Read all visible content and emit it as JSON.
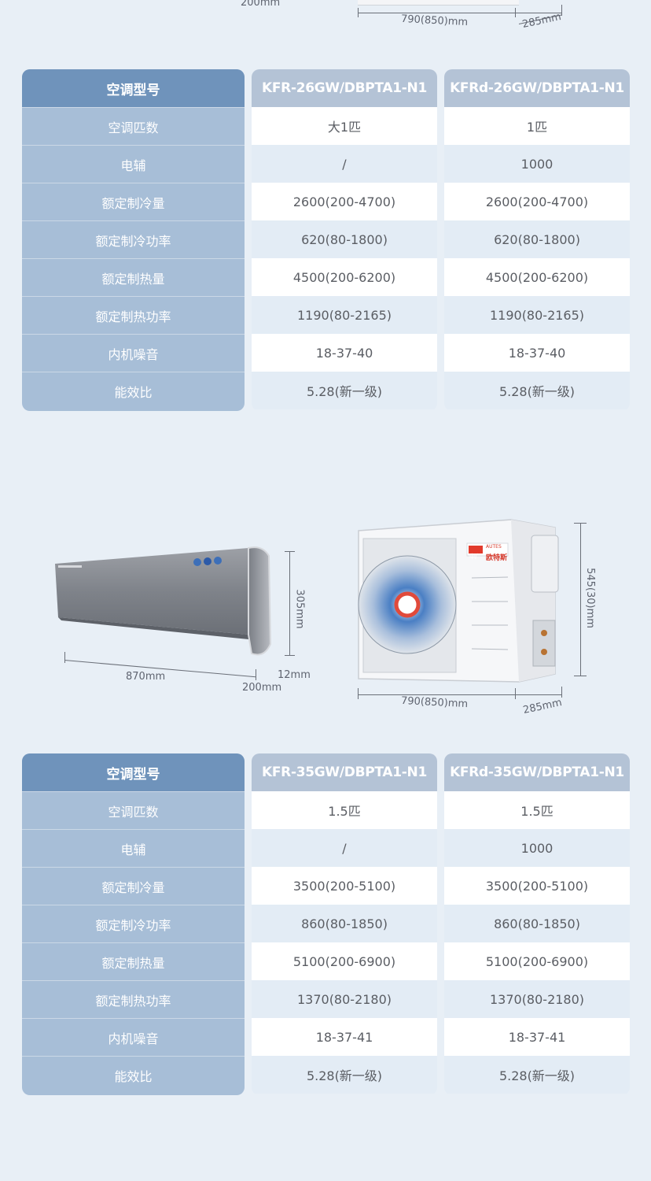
{
  "top_dims": {
    "depth": "200mm",
    "width": "790(850)mm",
    "side": "285mm"
  },
  "table1": {
    "header": "空调型号",
    "labels": [
      "空调匹数",
      "电辅",
      "额定制冷量",
      "额定制冷功率",
      "额定制热量",
      "额定制热功率",
      "内机噪音",
      "能效比"
    ],
    "models": [
      {
        "name": "KFR-26GW/DBPTA1-N1",
        "values": [
          "大1匹",
          "/",
          "2600(200-4700)",
          "620(80-1800)",
          "4500(200-6200)",
          "1190(80-2165)",
          "18-37-40",
          "5.28(新一级)"
        ]
      },
      {
        "name": "KFRd-26GW/DBPTA1-N1",
        "values": [
          "1匹",
          "1000",
          "2600(200-4700)",
          "620(80-1800)",
          "4500(200-6200)",
          "1190(80-2165)",
          "18-37-40",
          "5.28(新一级)"
        ]
      }
    ]
  },
  "indoor": {
    "width": "870mm",
    "height": "305mm",
    "gap": "12mm",
    "depth": "200mm"
  },
  "outdoor": {
    "brand_badge": "中广",
    "brand_name": "欧特斯",
    "brand_en": "AUTES",
    "height": "545(30)mm",
    "width": "790(850)mm",
    "depth": "285mm"
  },
  "table2": {
    "header": "空调型号",
    "labels": [
      "空调匹数",
      "电辅",
      "额定制冷量",
      "额定制冷功率",
      "额定制热量",
      "额定制热功率",
      "内机噪音",
      "能效比"
    ],
    "models": [
      {
        "name": "KFR-35GW/DBPTA1-N1",
        "values": [
          "1.5匹",
          "/",
          "3500(200-5100)",
          "860(80-1850)",
          "5100(200-6900)",
          "1370(80-2180)",
          "18-37-41",
          "5.28(新一级)"
        ]
      },
      {
        "name": "KFRd-35GW/DBPTA1-N1",
        "values": [
          "1.5匹",
          "1000",
          "3500(200-5100)",
          "860(80-1850)",
          "5100(200-6900)",
          "1370(80-2180)",
          "18-37-41",
          "5.28(新一级)"
        ]
      }
    ]
  },
  "colors": {
    "page_bg": "#e8eff6",
    "label_header": "#6f93bb",
    "label_body": "#a7bed7",
    "model_header": "#b4c3d6",
    "row_alt": "#e3ecf5"
  }
}
